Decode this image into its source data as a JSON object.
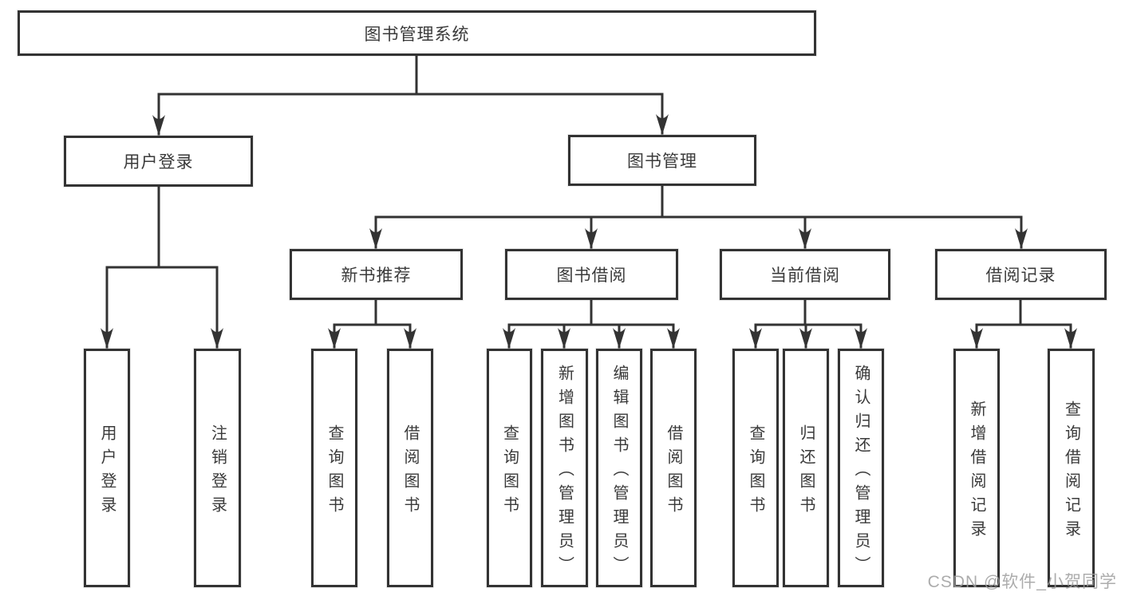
{
  "watermark": "CSDN @软件_小贺同学",
  "colors": {
    "line": "#333333",
    "text": "#3a3a3a",
    "box_background": "#ffffff",
    "watermark": "#9e9e9e"
  },
  "tree": {
    "root": {
      "label": "图书管理系统",
      "children": [
        {
          "label": "用户登录",
          "children": [
            {
              "label": "用户登录"
            },
            {
              "label": "注销登录"
            }
          ]
        },
        {
          "label": "图书管理",
          "children": [
            {
              "label": "新书推荐",
              "children": [
                {
                  "label": "查询图书"
                },
                {
                  "label": "借阅图书"
                }
              ]
            },
            {
              "label": "图书借阅",
              "children": [
                {
                  "label": "查询图书"
                },
                {
                  "label": "新增图书（管理员）"
                },
                {
                  "label": "编辑图书（管理员）"
                },
                {
                  "label": "借阅图书"
                }
              ]
            },
            {
              "label": "当前借阅",
              "children": [
                {
                  "label": "查询图书"
                },
                {
                  "label": "归还图书"
                },
                {
                  "label": "确认归还（管理员）"
                }
              ]
            },
            {
              "label": "借阅记录",
              "children": [
                {
                  "label": "新增借阅记录"
                },
                {
                  "label": "查询借阅记录"
                }
              ]
            }
          ]
        }
      ]
    }
  }
}
